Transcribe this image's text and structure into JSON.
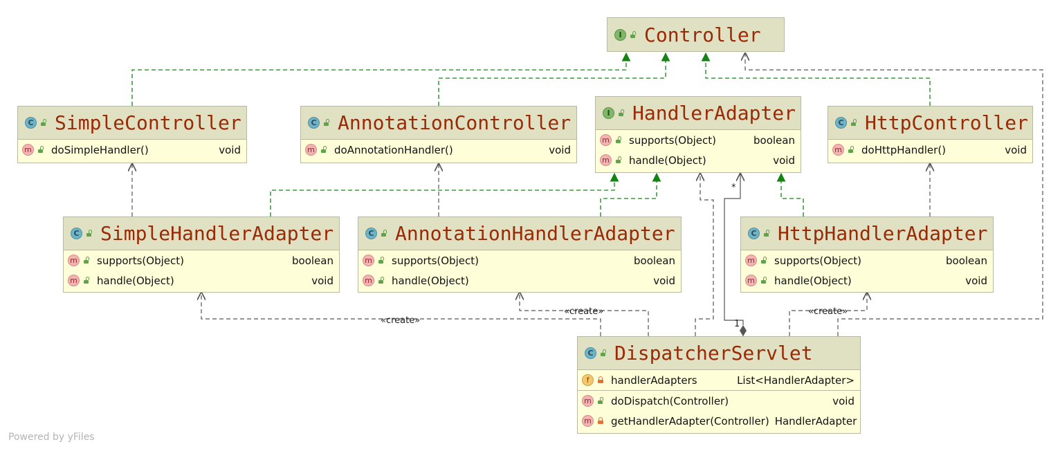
{
  "classes": {
    "controller": {
      "kind": "I",
      "name": "Controller"
    },
    "simple_controller": {
      "kind": "C",
      "name": "SimpleController",
      "methods": [
        {
          "name": "doSimpleHandler()",
          "type": "void"
        }
      ]
    },
    "annotation_controller": {
      "kind": "C",
      "name": "AnnotationController",
      "methods": [
        {
          "name": "doAnnotationHandler()",
          "type": "void"
        }
      ]
    },
    "handler_adapter": {
      "kind": "I",
      "name": "HandlerAdapter",
      "methods": [
        {
          "name": "supports(Object)",
          "type": "boolean"
        },
        {
          "name": "handle(Object)",
          "type": "void"
        }
      ]
    },
    "http_controller": {
      "kind": "C",
      "name": "HttpController",
      "methods": [
        {
          "name": "doHttpHandler()",
          "type": "void"
        }
      ]
    },
    "simple_handler_adapter": {
      "kind": "C",
      "name": "SimpleHandlerAdapter",
      "methods": [
        {
          "name": "supports(Object)",
          "type": "boolean"
        },
        {
          "name": "handle(Object)",
          "type": "void"
        }
      ]
    },
    "annotation_handler_adapter": {
      "kind": "C",
      "name": "AnnotationHandlerAdapter",
      "methods": [
        {
          "name": "supports(Object)",
          "type": "boolean"
        },
        {
          "name": "handle(Object)",
          "type": "void"
        }
      ]
    },
    "http_handler_adapter": {
      "kind": "C",
      "name": "HttpHandlerAdapter",
      "methods": [
        {
          "name": "supports(Object)",
          "type": "boolean"
        },
        {
          "name": "handle(Object)",
          "type": "void"
        }
      ]
    },
    "dispatcher_servlet": {
      "kind": "C",
      "name": "DispatcherServlet",
      "fields": [
        {
          "name": "handlerAdapters",
          "type": "List<HandlerAdapter>"
        }
      ],
      "methods": [
        {
          "name": "doDispatch(Controller)",
          "type": "void"
        },
        {
          "name": "getHandlerAdapter(Controller)",
          "type": "HandlerAdapter"
        }
      ]
    }
  },
  "edge_labels": {
    "create_simple": "«create»",
    "create_annotation": "«create»",
    "create_http": "«create»",
    "multiplicity_many": "*",
    "multiplicity_one": "1"
  },
  "watermark": "Powered by yFiles",
  "colors": {
    "realization": "#138313",
    "dependency": "#555555",
    "header_bg": "#e0e0c2",
    "body_bg": "#fefed9",
    "title_text": "#9a2a05"
  }
}
